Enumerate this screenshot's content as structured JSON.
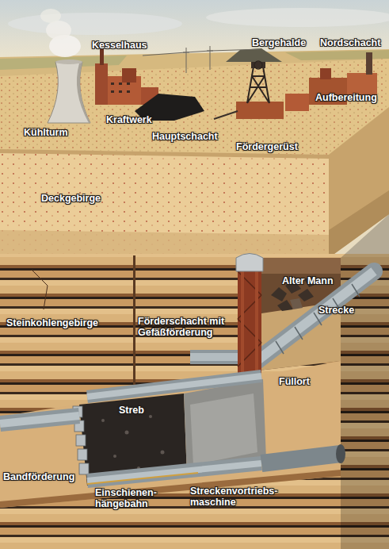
{
  "diagram": {
    "labels": [
      "Kesselhaus",
      "Bergehalde",
      "Nordschacht",
      "Kühlturm",
      "Kraftwerk",
      "Hauptschacht",
      "Aufbereitung",
      "Fördergerüst",
      "Deckgebirge",
      "Alter Mann",
      "Steinkohlengebirge",
      "Förderschacht mit Gefäßförderung",
      "Strecke",
      "Füllort",
      "Streb",
      "Bandförderung",
      "Einschienen- hängebahn",
      "Streckenvortriebs- maschine"
    ]
  }
}
